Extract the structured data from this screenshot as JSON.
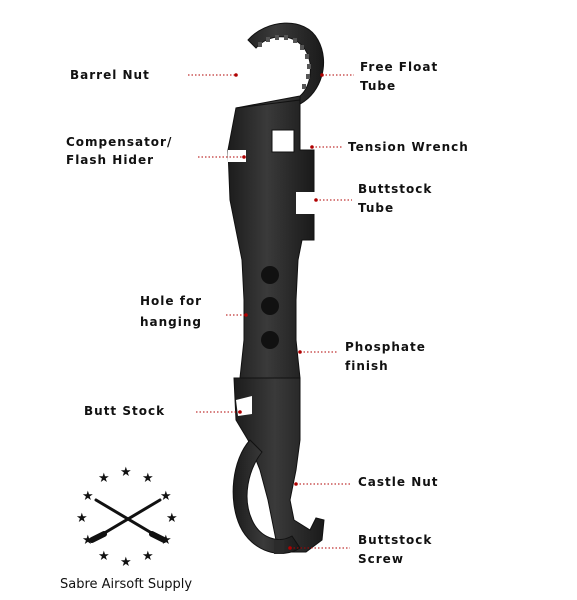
{
  "labels": {
    "barrel_nut": "Barrel Nut",
    "free_float_tube_1": "Free Float",
    "free_float_tube_2": "Tube",
    "compensator_1": "Compensator/",
    "compensator_2": "Flash Hider",
    "tension_wrench": "Tension Wrench",
    "buttstock_tube_1": "Buttstock",
    "buttstock_tube_2": "Tube",
    "hole_hanging_1": "Hole for",
    "hole_hanging_2": "hanging",
    "phosphate_1": "Phosphate",
    "phosphate_2": "finish",
    "butt_stock": "Butt Stock",
    "castle_nut": "Castle Nut",
    "buttstock_screw_1": "Buttstock",
    "buttstock_screw_2": "Screw"
  },
  "logo": {
    "name": "Sabre Airsoft Supply"
  },
  "colors": {
    "tool": "#2b2b2b",
    "callout": "#b00000",
    "text": "#111111"
  }
}
